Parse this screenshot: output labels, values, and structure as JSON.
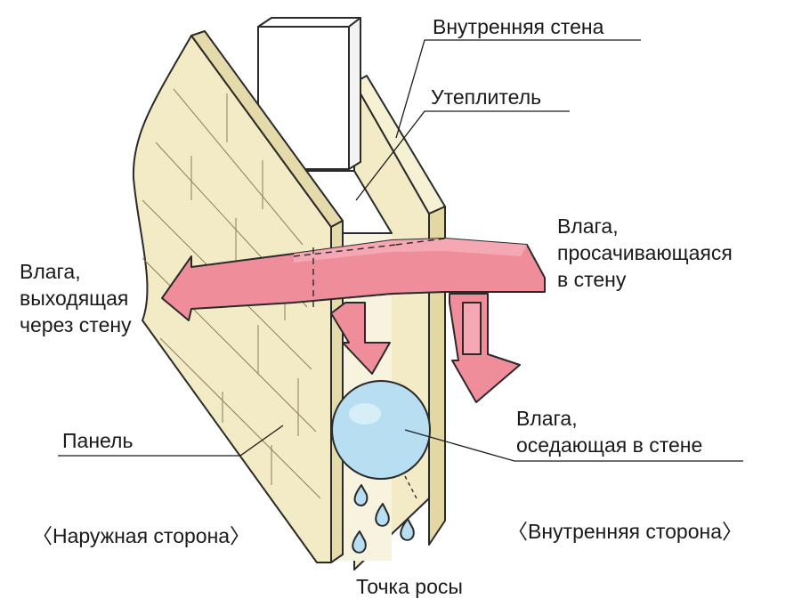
{
  "labels": {
    "inner_wall": "Внутренняя стена",
    "insulation": "Утеплитель",
    "moisture_in": [
      "Влага,",
      "просачивающаяся",
      "в стену"
    ],
    "moisture_out": [
      "Влага,",
      "выходящая",
      "через стену"
    ],
    "moisture_settling": [
      "Влага,",
      "оседающая в стене"
    ],
    "panel": "Панель",
    "outer_side": "〈Наружная сторона〉",
    "inner_side": "〈Внутренняя сторона〉",
    "dew_point": "Точка росы"
  },
  "colors": {
    "panel_fill": "#f2ebc6",
    "panel_dark": "#e8dfb0",
    "insulation_fill": "#f6f2dc",
    "arrow_fill": "#f08d9b",
    "drop_fill": "#b7dff1",
    "outline": "#2a2a2a"
  }
}
